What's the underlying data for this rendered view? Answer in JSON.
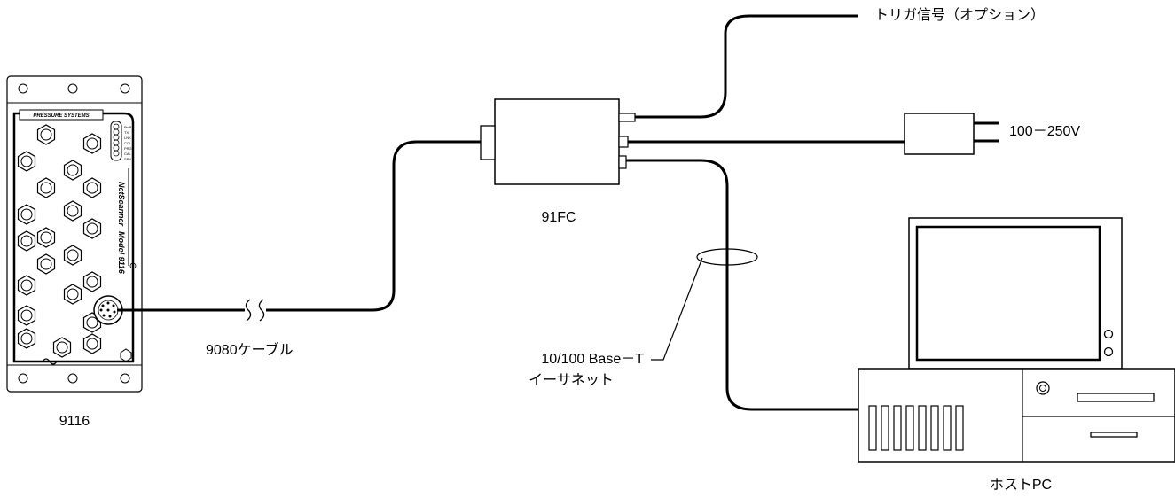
{
  "labels": {
    "scanner": "9116",
    "cable": "9080ケーブル",
    "fc": "91FC",
    "trigger": "トリガ信号（オプション）",
    "power": "100－250V",
    "ethernet_line1": "10/100 Base－T",
    "ethernet_line2": "イーサネット",
    "host": "ホストPC"
  },
  "device_print": {
    "brand": "PRESSURE SYSTEMS",
    "product": "NetScanner",
    "model": "Model 9116",
    "leds": [
      "PwR",
      "TX",
      "LNK",
      "COL",
      "PRG",
      "CAL",
      "SRV"
    ]
  }
}
